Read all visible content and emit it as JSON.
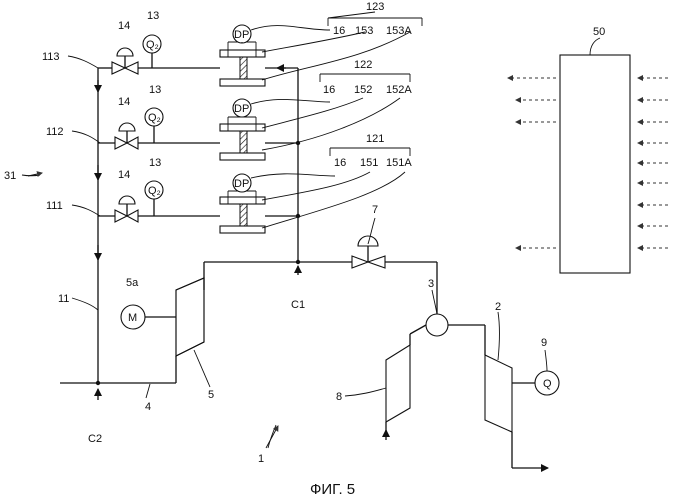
{
  "caption": "ФИГ. 5",
  "labels": {
    "n1": "1",
    "n2": "2",
    "n3": "3",
    "n4": "4",
    "n5": "5",
    "n5a": "5a",
    "n7": "7",
    "n8": "8",
    "n9": "9",
    "n11": "11",
    "n31": "31",
    "n50": "50",
    "n111": "111",
    "n112": "112",
    "n113": "113",
    "n121": "121",
    "n122": "122",
    "n123": "123",
    "c1": "C1",
    "c2": "C2"
  },
  "branches": [
    {
      "valve_label": "14",
      "sensor_label": "13",
      "sensor_symbol": "Q₂",
      "dp_label": "DP",
      "ref_16": "16",
      "ref_a": "153",
      "ref_b": "153A"
    },
    {
      "valve_label": "14",
      "sensor_label": "13",
      "sensor_symbol": "Q₂",
      "dp_label": "DP",
      "ref_16": "16",
      "ref_a": "152",
      "ref_b": "152A"
    },
    {
      "valve_label": "14",
      "sensor_label": "13",
      "sensor_symbol": "Q₂",
      "dp_label": "DP",
      "ref_16": "16",
      "ref_a": "151",
      "ref_b": "151A"
    }
  ],
  "symbols": {
    "motor": "M",
    "flow_meter": "Q"
  }
}
